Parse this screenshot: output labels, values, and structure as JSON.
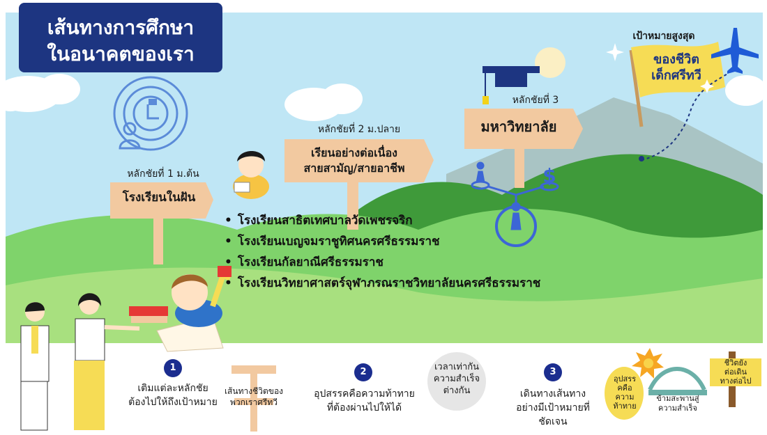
{
  "title": {
    "line1": "เส้นทางการศึกษา",
    "line2": "ในอนาคตของเรา"
  },
  "milestones": [
    {
      "caption": "หลักชัยที่ 1 ม.ต้น",
      "sign": "โรงเรียนในฝัน"
    },
    {
      "caption": "หลักชัยที่ 2 ม.ปลาย",
      "sign_line1": "เรียนอย่างต่อเนื่อง",
      "sign_line2": "สายสามัญ/สายอาชีพ"
    },
    {
      "caption": "หลักชัยที่ 3",
      "sign": "มหาวิทยาลัย"
    }
  ],
  "goal": {
    "caption": "เป้าหมายสูงสุด",
    "flag_line1": "ของชีวิต",
    "flag_line2": "เด็กศรีทวี"
  },
  "schools": [
    "โรงเรียนสาธิตเทศบาลวัดเพชรจริก",
    "โรงเรียนเบญจมราชูทิศนครศรีธรรมราช",
    "โรงเรียนกัลยาณีศรีธรรมราช",
    "โรงเรียนวิทยาศาสตร์จุฬาภรณราชวิทยาลัยนครศรีธรรมราช"
  ],
  "bottom": {
    "n1": "1",
    "text1_line1": "เติมแต่ละหลักชัย",
    "text1_line2": "ต้องไปให้ถึงเป้าหมาย",
    "sign_line1": "เส้นทางชีวิตของ",
    "sign_line2": "พวกเราศรีทวี",
    "n2": "2",
    "text2_line1": "อุปสรรคคือความท้าทาย",
    "text2_line2": "ที่ต้องผ่านไปให้ได้",
    "clock_line1": "เวลาเท่ากัน",
    "clock_line2": "ความสำเร็จ",
    "clock_line3": "ต่างกัน",
    "n3": "3",
    "text3_line1": "เดินทางเส้นทาง",
    "text3_line2": "อย่างมีเป้าหมายที่",
    "text3_line3": "ชัดเจน",
    "obstacle_line1": "อุปสรร",
    "obstacle_line2": "คคือ",
    "obstacle_line3": "ความ",
    "obstacle_line4": "ท้าทาย",
    "bridge_line1": "ข้ามสะพานสู่",
    "bridge_line2": "ความสำเร็จ",
    "post_line1": "ชีวิตยัง",
    "post_line2": "ต่อเดิน",
    "post_line3": "ทางต่อไป"
  },
  "colors": {
    "sky": "#bfe6f5",
    "title_bg": "#1d3581",
    "sign_wood": "#f2c9a0",
    "hill_light": "#7fd36b",
    "hill_dark": "#3f9a3a",
    "goal_flag": "#f6dc55",
    "accent_blue": "#3c66d6"
  }
}
